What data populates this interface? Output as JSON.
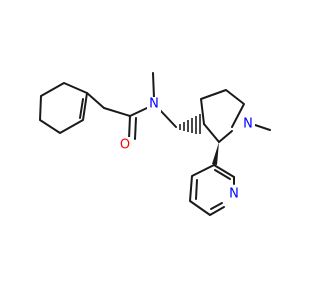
{
  "diagram": {
    "type": "skeletal-structure",
    "atoms": {
      "amide_oxygen": {
        "text": "O",
        "color": "#ff0000"
      },
      "amide_nitrogen": {
        "text": "N",
        "color": "#0000ff"
      },
      "pyrrolidine_nitrogen": {
        "text": "N",
        "color": "#0000ff"
      },
      "pyridine_nitrogen": {
        "text": "N",
        "color": "#0000ff"
      }
    },
    "colors": {
      "bond": "#1a1a1a",
      "background": "#ffffff"
    }
  }
}
